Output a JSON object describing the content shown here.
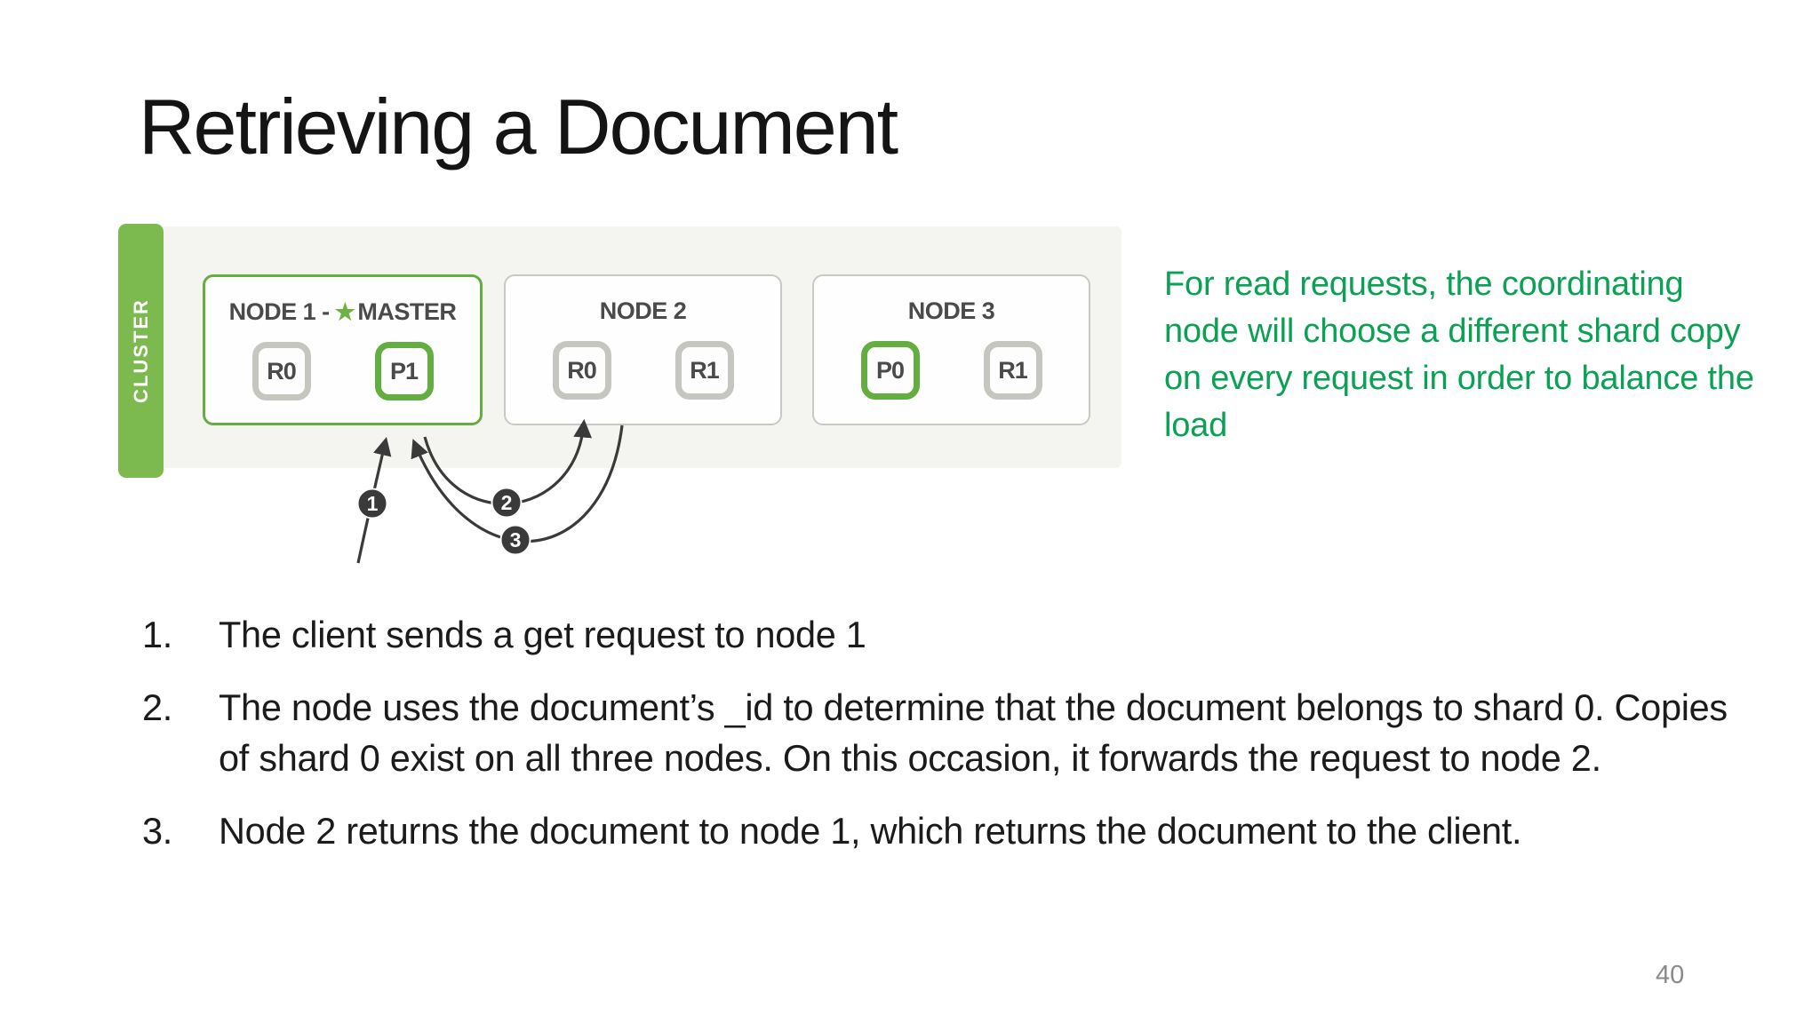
{
  "slide": {
    "title": "Retrieving a Document",
    "page_number": "40",
    "note_text": "For read requests, the coordinating node will choose a different shard copy on every request in order to balance the load",
    "steps": [
      {
        "num": "1.",
        "text": "The client sends a get request to node 1"
      },
      {
        "num": "2.",
        "text": "The node uses the document’s _id to determine that the document belongs to shard 0. Copies of shard 0 exist on all three nodes. On this occasion, it forwards the request to node 2."
      },
      {
        "num": "3.",
        "text": "Node 2 returns the document to node 1, which returns the document to the client."
      }
    ]
  },
  "diagram": {
    "cluster_label": "CLUSTER",
    "star_icon": "★",
    "arrow_badges": [
      "1",
      "2",
      "3"
    ],
    "colors": {
      "cluster_bar_green": "#7cba50",
      "highlight_border_green": "#64ad40",
      "gray_border": "#c6c6c1",
      "panel_background": "#f4f4f1",
      "note_green": "#0aa155",
      "arrow_dark": "#3a3a3a"
    },
    "nodes": [
      {
        "title_prefix": "NODE 1 - ",
        "title_suffix": "MASTER",
        "shards": [
          {
            "label": "R0"
          },
          {
            "label": "P1"
          }
        ]
      },
      {
        "title": "NODE 2",
        "shards": [
          {
            "label": "R0"
          },
          {
            "label": "R1"
          }
        ]
      },
      {
        "title": "NODE 3",
        "shards": [
          {
            "label": "P0"
          },
          {
            "label": "R1"
          }
        ]
      }
    ]
  }
}
